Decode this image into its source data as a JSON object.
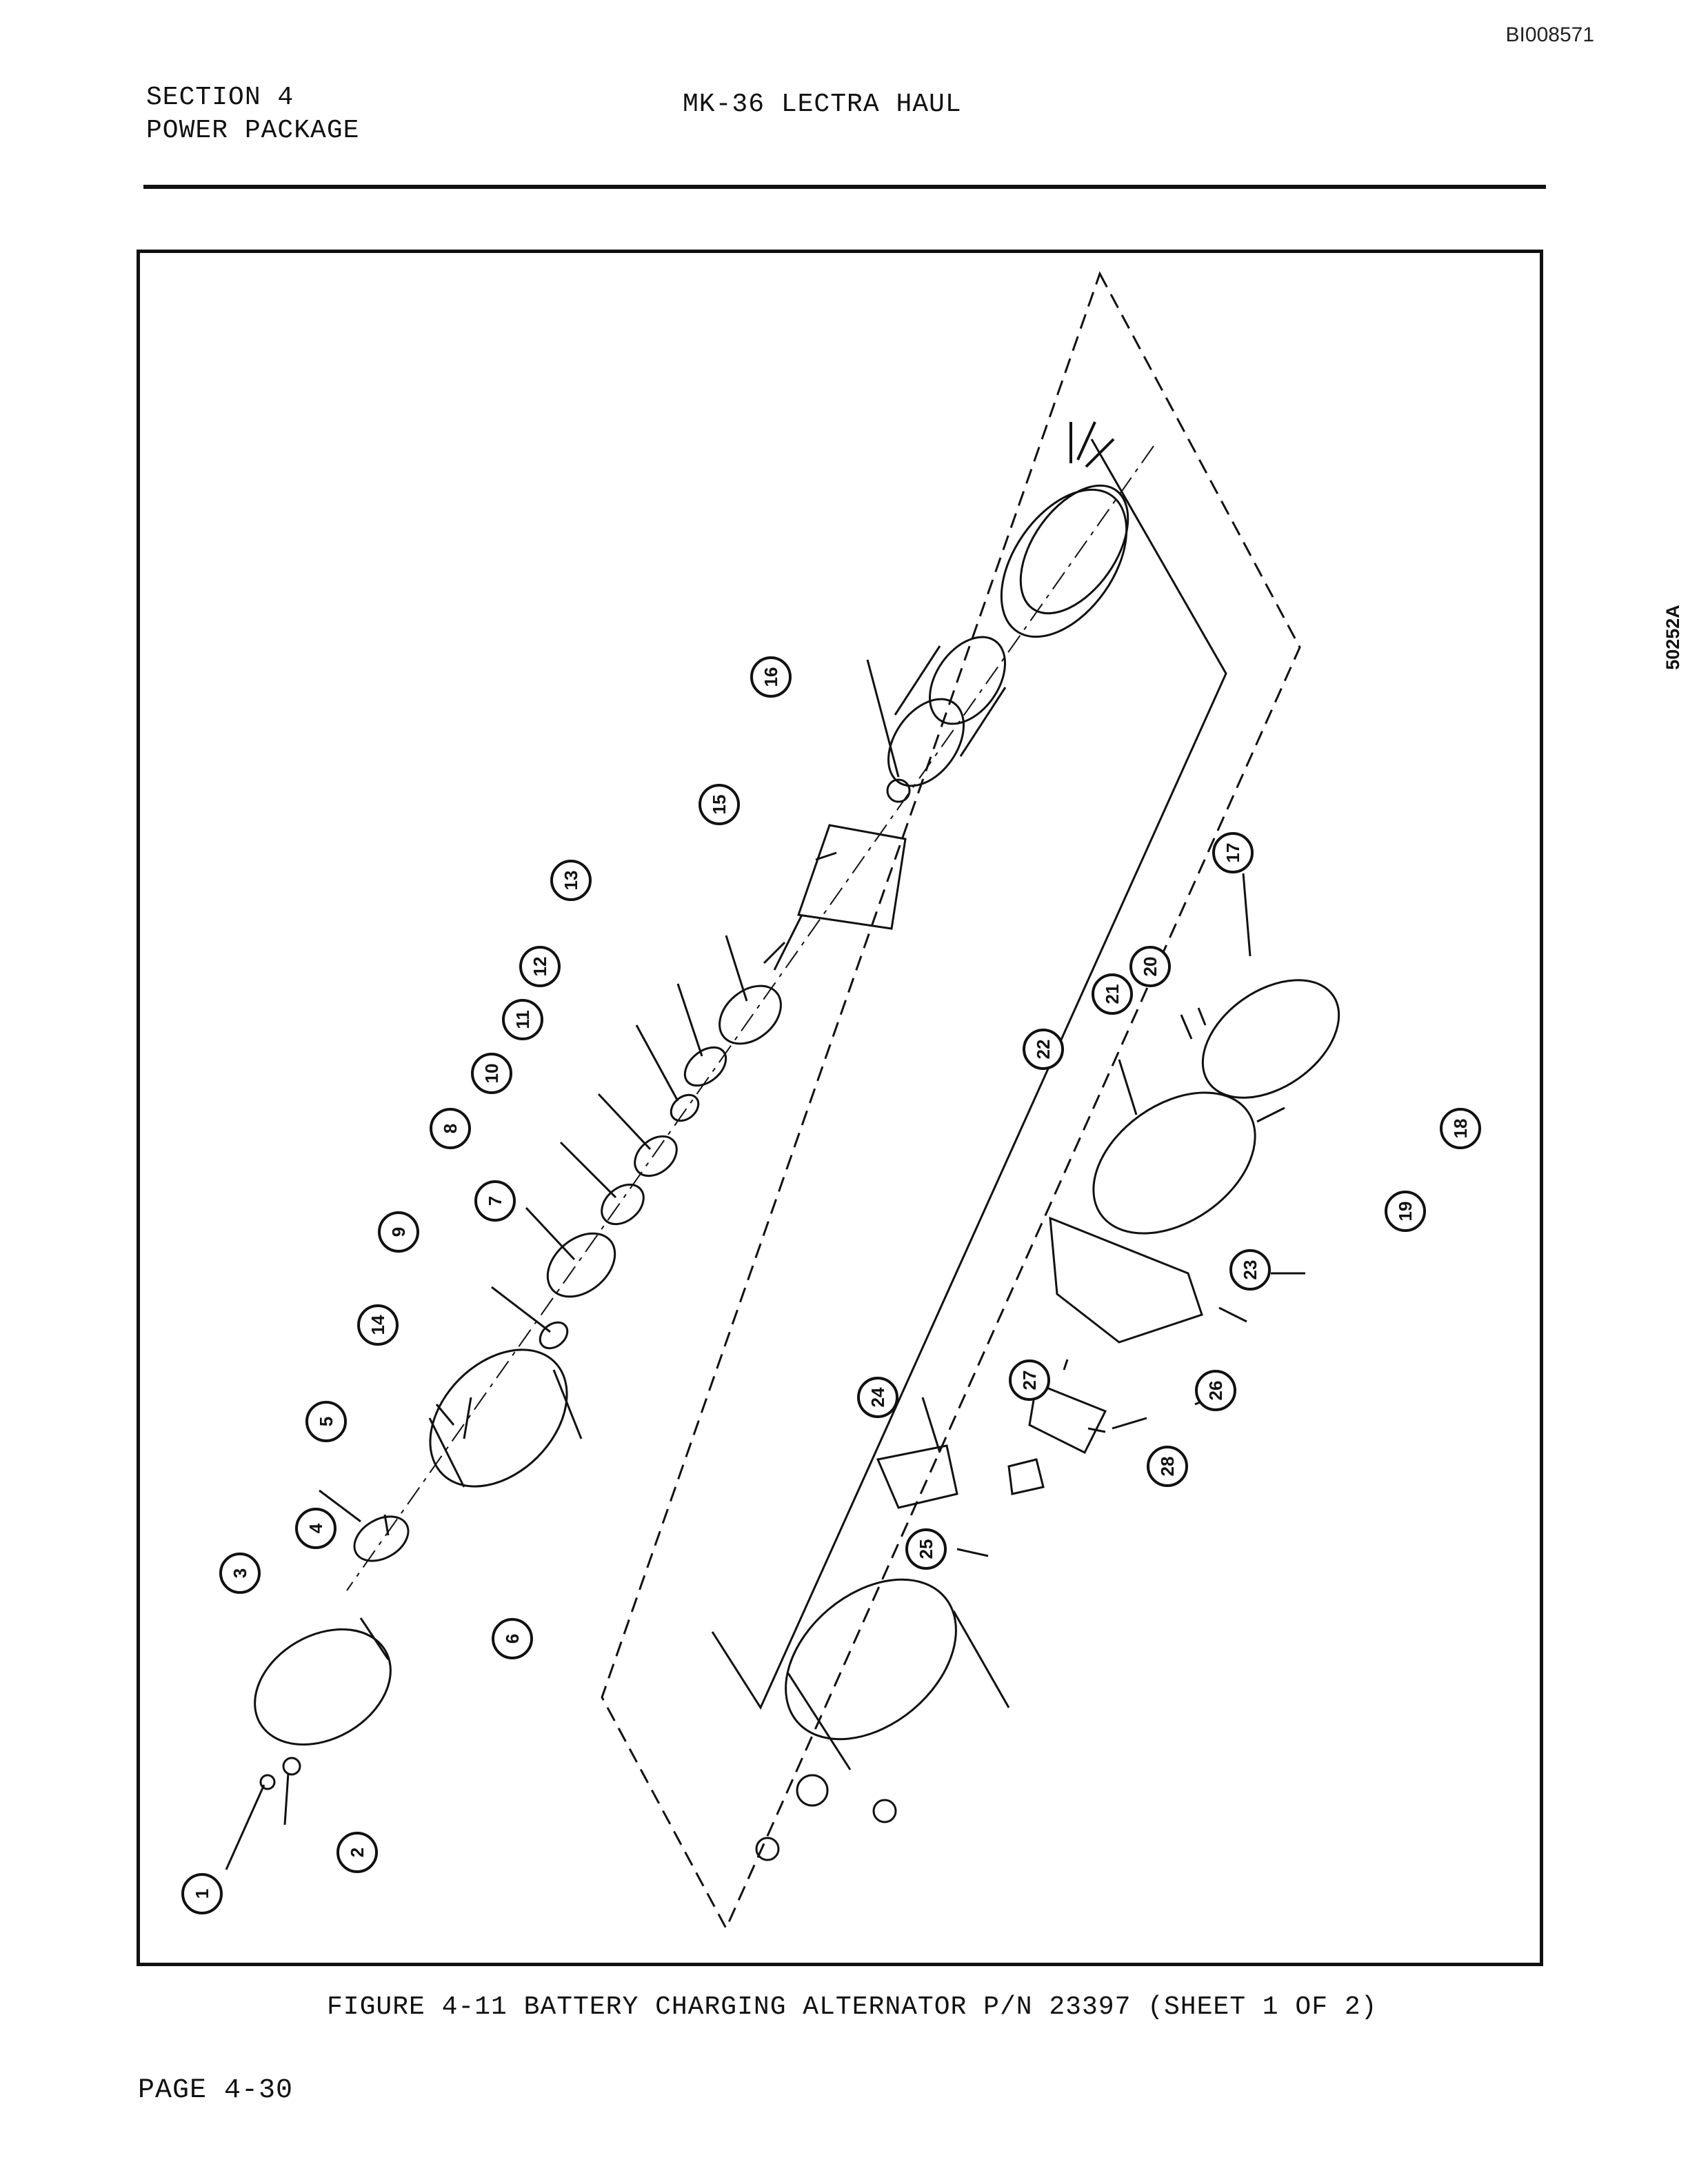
{
  "document_id": "BI008571",
  "header": {
    "section": "SECTION 4",
    "subsection": "POWER PACKAGE",
    "title": "MK-36 LECTRA HAUL"
  },
  "figure": {
    "drawing_code": "50252A",
    "caption": "FIGURE 4-11  BATTERY CHARGING ALTERNATOR P/N 23397 (SHEET 1 OF 2)",
    "callouts": [
      "1",
      "2",
      "3",
      "4",
      "5",
      "6",
      "7",
      "8",
      "9",
      "10",
      "11",
      "12",
      "13",
      "14",
      "15",
      "16",
      "17",
      "18",
      "19",
      "20",
      "21",
      "22",
      "23",
      "24",
      "25",
      "26",
      "27",
      "28"
    ]
  },
  "footer": {
    "page": "PAGE 4-30"
  }
}
